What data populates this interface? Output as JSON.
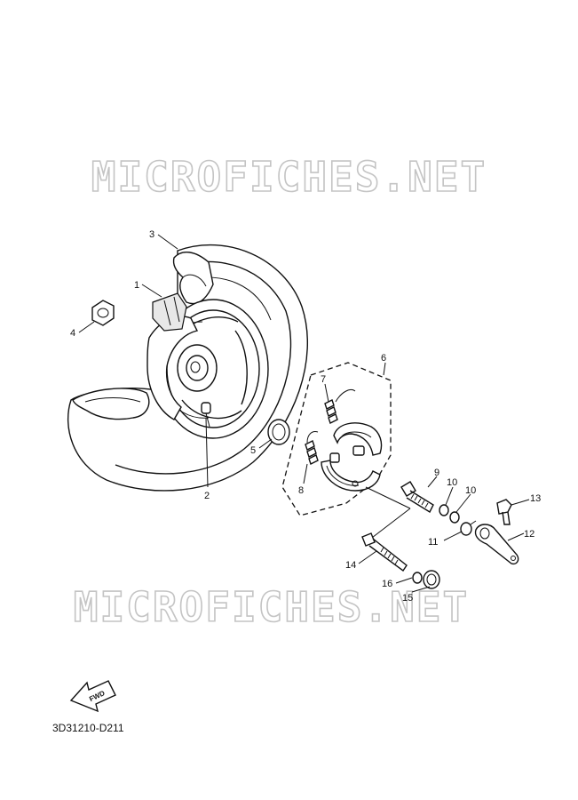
{
  "watermark_top": "MICROFICHES.NET",
  "watermark_bottom": "MICROFICHES.NET",
  "diagram_code": "3D31210-D211",
  "fwd_label": "FWD",
  "callouts": {
    "c1": "1",
    "c2": "2",
    "c3": "3",
    "c4": "4",
    "c5": "5",
    "c6": "6",
    "c7": "7",
    "c8": "8",
    "c9": "9",
    "c10a": "10",
    "c10b": "10",
    "c11": "11",
    "c12": "12",
    "c13": "13",
    "c14": "14",
    "c15": "15",
    "c16": "16"
  }
}
